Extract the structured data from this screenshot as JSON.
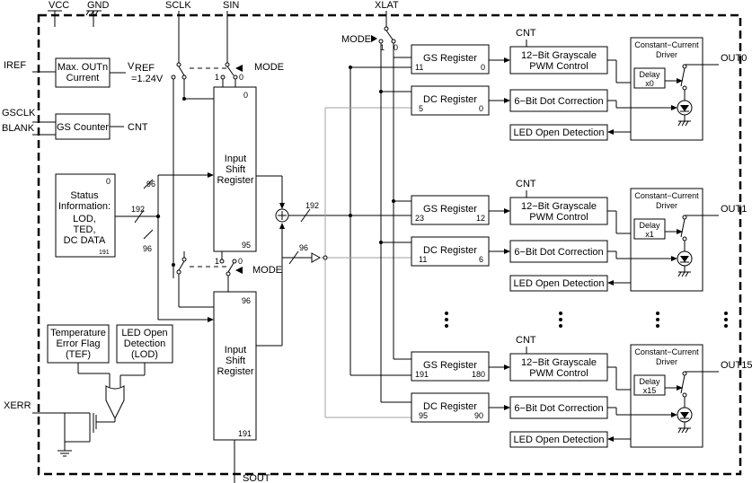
{
  "pins": {
    "vcc": "VCC",
    "gnd": "GND",
    "sclk": "SCLK",
    "sin": "SIN",
    "xlat": "XLAT",
    "iref": "IREF",
    "gsclk": "GSCLK",
    "blank": "BLANK",
    "xerr": "XERR",
    "sout": "SOUT"
  },
  "outputs": [
    "OUT0",
    "OUT1",
    "OUT15"
  ],
  "mode": "MODE",
  "cnt": "CNT",
  "left_blocks": {
    "max_out_line1": "Max. OUTn",
    "max_out_line2": "Current",
    "vref_main": "V",
    "vref_sub": "REF",
    "vref_value": "=1.24V",
    "gs_counter": "GS Counter",
    "status_top_index": "0",
    "status_line1": "Status",
    "status_line2": "Information:",
    "status_line3": "LOD,",
    "status_line4": "TED,",
    "status_line5": "DC DATA",
    "status_bottom_index": "191",
    "tef_line1": "Temperature",
    "tef_line2": "Error Flag",
    "tef_line3": "(TEF)",
    "lod_line1": "LED Open",
    "lod_line2": "Detection",
    "lod_line3": "(LOD)"
  },
  "shift_registers": [
    {
      "top_index": "0",
      "line1": "Input",
      "line2": "Shift",
      "line3": "Register",
      "bottom_index": "95"
    },
    {
      "top_index": "96",
      "line1": "Input",
      "line2": "Shift",
      "line3": "Register",
      "bottom_index": "191"
    }
  ],
  "bus_labels": {
    "b96_top": "96",
    "b192_left": "192",
    "b96_left": "96",
    "b192_right": "192",
    "b96_right": "96"
  },
  "switch_labels": {
    "one": "1",
    "zero": "0"
  },
  "channels": [
    {
      "gs_name": "GS Register",
      "gs_hi": "11",
      "gs_lo": "0",
      "dc_name": "DC Register",
      "dc_hi": "5",
      "dc_lo": "0",
      "pwm_line1": "12−Bit Grayscale",
      "pwm_line2": "PWM Control",
      "dot_corr": "6−Bit Dot Correction",
      "led_open": "LED Open Detection",
      "cc_line1": "Constant−Current",
      "cc_line2": "Driver",
      "delay_line1": "Delay",
      "delay_line2": "x0"
    },
    {
      "gs_name": "GS Register",
      "gs_hi": "23",
      "gs_lo": "12",
      "dc_name": "DC Register",
      "dc_hi": "11",
      "dc_lo": "6",
      "pwm_line1": "12−Bit Grayscale",
      "pwm_line2": "PWM Control",
      "dot_corr": "6−Bit Dot Correction",
      "led_open": "LED Open Detection",
      "cc_line1": "Constant−Current",
      "cc_line2": "Driver",
      "delay_line1": "Delay",
      "delay_line2": "x1"
    },
    {
      "gs_name": "GS Register",
      "gs_hi": "191",
      "gs_lo": "180",
      "dc_name": "DC Register",
      "dc_hi": "95",
      "dc_lo": "90",
      "pwm_line1": "12−Bit Grayscale",
      "pwm_line2": "PWM Control",
      "dot_corr": "6−Bit Dot Correction",
      "led_open": "LED Open Detection",
      "cc_line1": "Constant−Current",
      "cc_line2": "Driver",
      "delay_line1": "Delay",
      "delay_line2": "x15"
    }
  ]
}
